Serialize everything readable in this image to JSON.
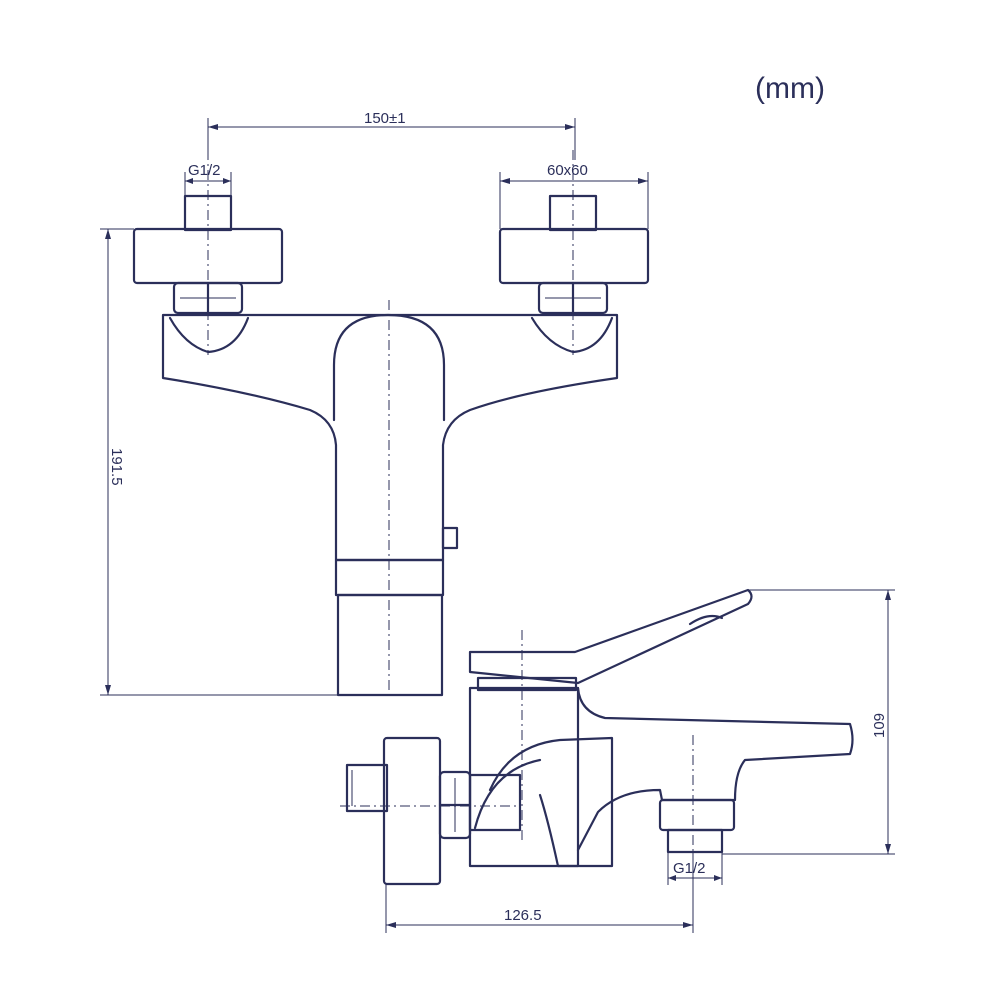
{
  "drawing": {
    "unit_label": "(mm)",
    "dimensions": {
      "center_distance": "150±1",
      "inlet_thread_left": "G1/2",
      "flange_size": "60x60",
      "total_height": "191.5",
      "side_height": "109",
      "outlet_thread": "G1/2",
      "projection_depth": "126.5"
    },
    "colors": {
      "stroke": "#2b2f5a",
      "background": "#ffffff"
    }
  }
}
